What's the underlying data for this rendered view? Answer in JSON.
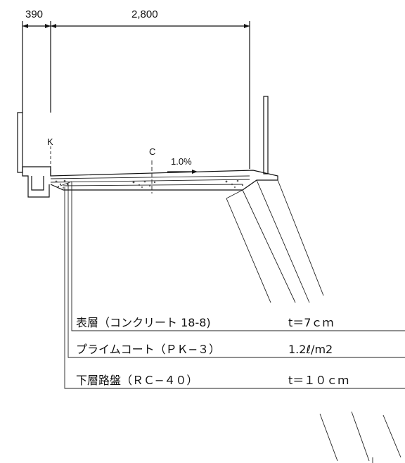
{
  "dimensions": {
    "left": "390",
    "right": "2,800"
  },
  "markers": {
    "k": "K",
    "c": "C"
  },
  "slope": "1.0%",
  "layers": [
    {
      "name": "表層（コンクリート 18-8)",
      "spec": "t＝7ｃｍ"
    },
    {
      "name": "プライムコート（ＰＫ−３）",
      "spec": "1.2ℓ/m2"
    },
    {
      "name": "下層路盤（ＲＣ−４０）",
      "spec": "t＝１０ｃｍ"
    }
  ]
}
